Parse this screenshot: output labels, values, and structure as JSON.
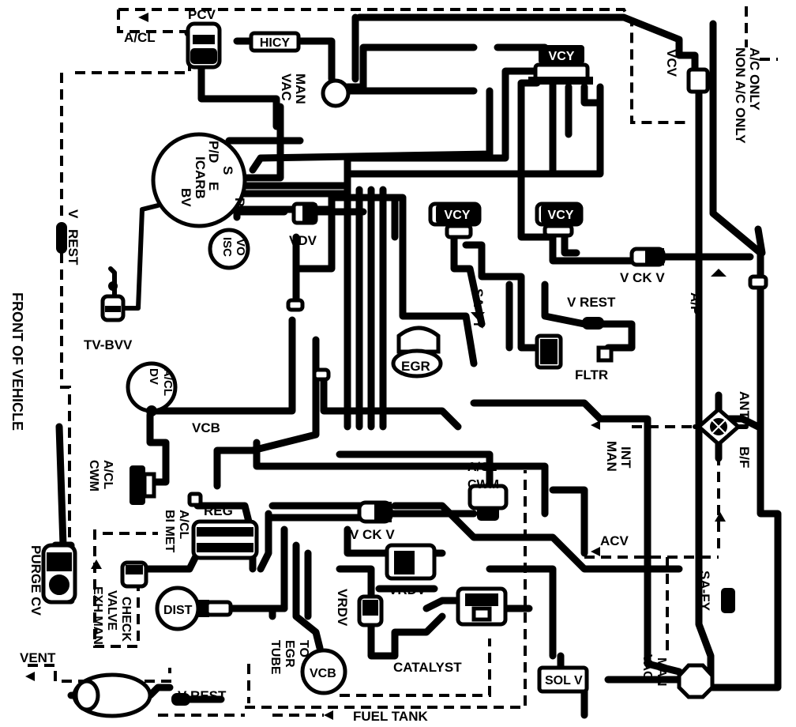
{
  "labels": {
    "pcv": "PCV",
    "a_cl_top": "A/CL",
    "hicy": "HICY",
    "man_vac_top_1": "MAN",
    "man_vac_top_2": "VAC",
    "vcy_top": "VCY",
    "vcv": "VCV",
    "legend_ac": "A/C ONLY",
    "legend_non_ac": "NON A/C ONLY",
    "carb_s": "S",
    "carb_e": "E",
    "carb_pd": "P/D",
    "carb_icarb": "ICARB",
    "carb_pb": "PB",
    "carb_bv": "BV",
    "vo": "VO",
    "isc": "ISC",
    "vdv": "VDV",
    "vcy_left": "VCY",
    "vcy_right": "VCY",
    "v_rest_left_1": "V",
    "v_rest_left_2": "REST",
    "tv_bvv": "TV-BVV",
    "front_of_vehicle": "FRONT OF VEHICLE",
    "sa_fy_upper": "SA-FY",
    "v_ck_v_upper": "V CK V",
    "a_p": "A/P",
    "v_rest_mid": "V REST",
    "fltr": "FLTR",
    "egr": "EGR",
    "a_cl_dv_1": "A/CL",
    "a_cl_dv_2": "DV",
    "vcb_left": "VCB",
    "anti": "ANTI",
    "b_f": "B/F",
    "int_man_1": "INT",
    "int_man_2": "MAN",
    "a_cl_cwm_left_1": "A/CL",
    "a_cl_cwm_left_2": "CWM",
    "reg": "REG",
    "a_cl_cwm_mid_1": "A/CL",
    "a_cl_cwm_mid_2": "CWM",
    "a_cl_bi_met_1": "A/CL",
    "a_cl_bi_met_2": "BI MET",
    "v_ck_v_lower": "V CK V",
    "acv": "ACV",
    "purge_cv": "PURGE CV",
    "check_valve_1": "CHECK",
    "check_valve_2": "VALVE",
    "check_valve_3": "EXH MAN",
    "vrdv_right": "VRDV",
    "sa_fy_lower": "SA-FY",
    "dist": "DIST",
    "vrdv_vertical": "VRDV",
    "to_egr_tube_1": "TO",
    "to_egr_tube_2": "EGR",
    "to_egr_tube_3": "TUBE",
    "vcb_bottom": "VCB",
    "catalyst": "CATALYST",
    "sol_v": "SOL V",
    "man_vac_bottom_1": "MAN",
    "man_vac_bottom_2": "VAC",
    "vent": "VENT",
    "v_rest_bottom": "V REST",
    "fuel_tank": "FUEL TANK"
  }
}
